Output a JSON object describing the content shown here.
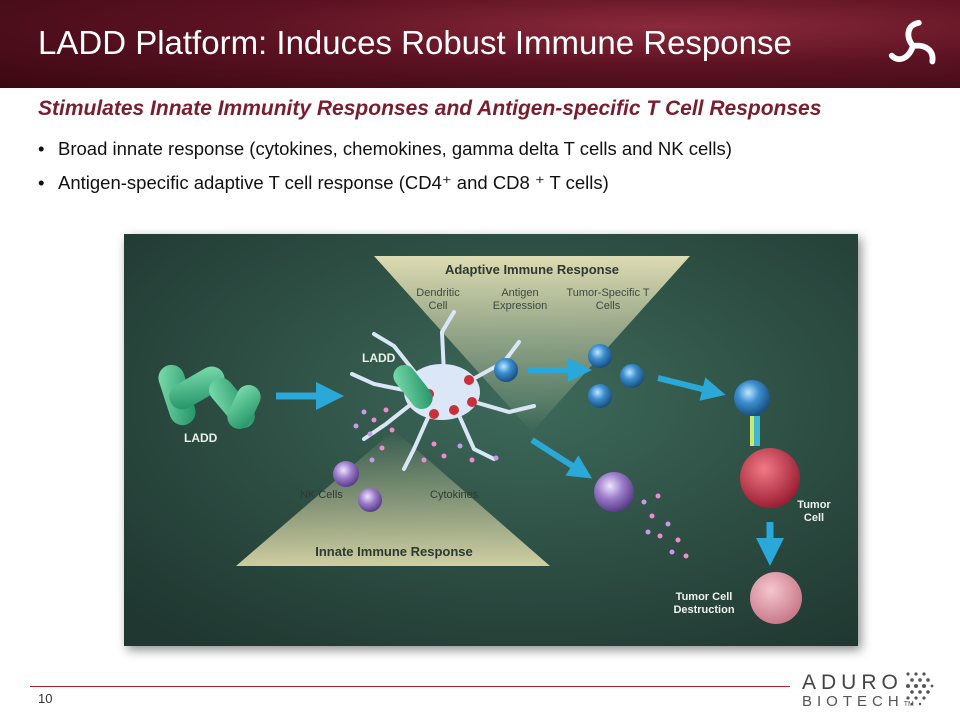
{
  "slide": {
    "title": "LADD Platform: Induces Robust Immune Response",
    "subtitle": "Stimulates Innate Immunity Responses and Antigen-specific T Cell Responses",
    "bullets": [
      "Broad innate response (cytokines, chemokines, gamma delta T cells and NK cells)",
      "Antigen-specific adaptive T cell response (CD4⁺ and CD8 ⁺ T cells)"
    ],
    "page_number": "10"
  },
  "figure": {
    "adaptive_title": "Adaptive Immune Response",
    "adaptive_labels": [
      "Dendritic Cell",
      "Antigen Expression",
      "Tumor-Specific T Cells"
    ],
    "ladd_label_left": "LADD",
    "ladd_label_top": "LADD",
    "nk_cells": "NK Cells",
    "cytokines": "Cytokines",
    "innate_title": "Innate Immune Response",
    "tumor_cell": "Tumor Cell",
    "tumor_destruction": "Tumor Cell Destruction"
  },
  "brand": {
    "name": "ADURO",
    "sub": "BIOTECH",
    "tm": "TM"
  },
  "colors": {
    "header": "#5c1222",
    "subtitle": "#7a1e2f",
    "footer_rule": "#b01e2c",
    "figure_bg": "#2e4a42"
  }
}
